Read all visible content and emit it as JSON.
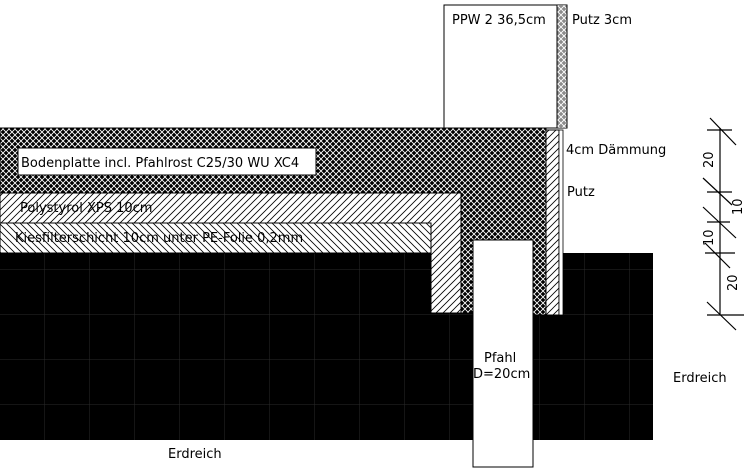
{
  "labels": {
    "wall": "PPW 2 36,5cm",
    "plaster_top": "Putz 3cm",
    "insulation": "4cm Dämmung",
    "plaster": "Putz",
    "slab": "Bodenplatte incl. Pfahlrost C25/30 WU XC4",
    "xps": "Polystyrol XPS 10cm",
    "gravel": "Kiesfilterschicht 10cm unter PE-Folie 0,2mm",
    "pile_1": "Pfahl",
    "pile_2": "D=20cm",
    "soil_right": "Erdreich",
    "soil_bottom": "Erdreich"
  },
  "dimensions": [
    "20",
    "10",
    "10",
    "20"
  ],
  "colors": {
    "soil": "#000000",
    "line": "#000000",
    "paper": "#ffffff"
  }
}
